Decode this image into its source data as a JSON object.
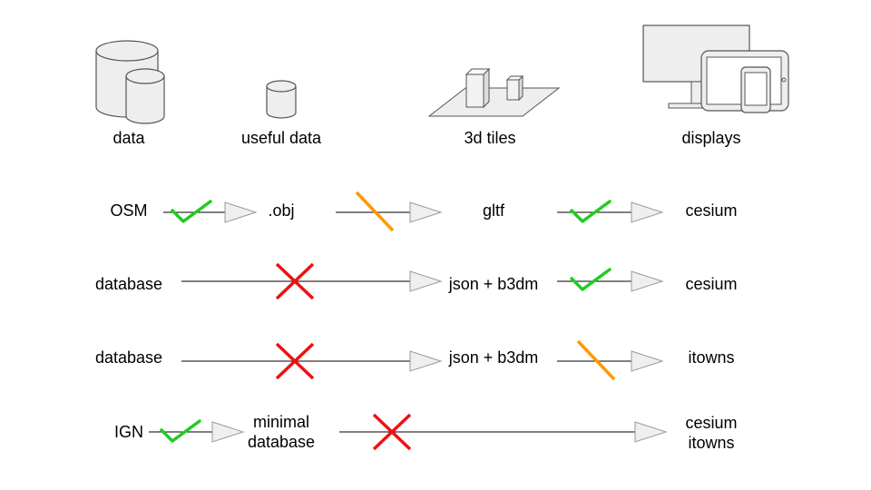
{
  "colors": {
    "line": "#000000",
    "arrow_fill": "#efefef",
    "arrow_stroke": "#9a9a9a",
    "icon_fill": "#eeeeee",
    "icon_stroke": "#555555",
    "ok": "#22cc22",
    "partial": "#ff9900",
    "fail": "#ee1111"
  },
  "header": {
    "data": "data",
    "useful_data": "useful data",
    "tiles": "3d tiles",
    "displays": "displays"
  },
  "rows": [
    {
      "source": "OSM",
      "middle": ".obj",
      "format": "gltf",
      "target": "cesium",
      "status": [
        "ok",
        "partial",
        "ok"
      ]
    },
    {
      "source": "database",
      "format": "json + b3dm",
      "target": "cesium",
      "status": [
        "fail",
        "ok"
      ]
    },
    {
      "source": "database",
      "format": "json + b3dm",
      "target": "itowns",
      "status": [
        "fail",
        "partial"
      ]
    },
    {
      "source": "IGN",
      "middle": "minimal\ndatabase",
      "target": "cesium\nitowns",
      "status": [
        "ok",
        "fail"
      ]
    }
  ]
}
